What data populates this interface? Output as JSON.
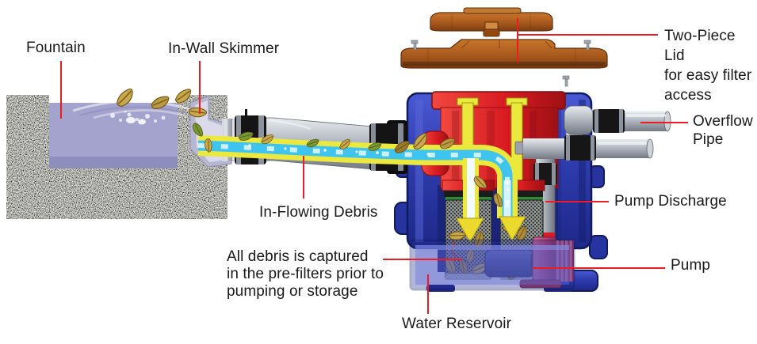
{
  "labels": {
    "fountain": "Fountain",
    "in_wall_skimmer": "In-Wall Skimmer",
    "two_piece_lid": "Two-Piece Lid\nfor easy filter\naccess",
    "overflow_pipe": "Overflow\nPipe",
    "in_flowing_debris": "In-Flowing Debris",
    "pump_discharge": "Pump Discharge",
    "all_debris_note": "All debris is captured\nin the pre-filters prior to\npumping or storage",
    "pump": "Pump",
    "water_reservoir": "Water Reservoir"
  },
  "palette": {
    "leader_line_red": "#ed1c24",
    "label_text": "#1a1a1a",
    "tank_blue": "#3342b4",
    "filter_chamber_red": "#d81b21",
    "flow_channel_yellow": "#ece93e",
    "water_cyan": "#3ec4ee",
    "fountain_water_lavender": "#a3a3cd",
    "lid_brown": "#a85a1c",
    "pump_pink": "#c04a78",
    "pipe_gray": "#b0b6bf",
    "debris_leaf_gold": "#c9a74b",
    "debris_leaf_green": "#6f9c33"
  }
}
